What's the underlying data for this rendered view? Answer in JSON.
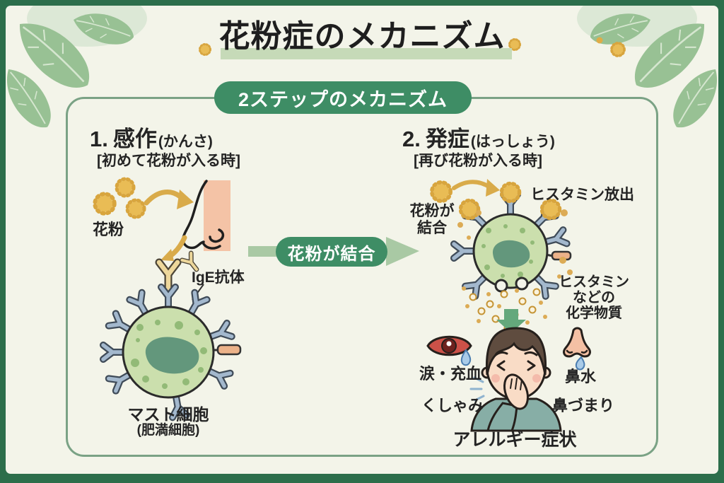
{
  "title": {
    "text": "花粉症のメカニズム"
  },
  "badge": {
    "text": "2ステップのメカニズム"
  },
  "steps": [
    {
      "id": "sensitization",
      "number": "1.",
      "name": "感作",
      "reading": "(かんさ)",
      "condition": "[初めて花粉が入る時]",
      "labels": {
        "pollen": "花粉",
        "ige_antibody": "IgE抗体",
        "cell_name": "マスト細胞",
        "cell_alt_name": "(肥満細胞)"
      }
    },
    {
      "id": "onset",
      "number": "2.",
      "name": "発症",
      "reading": "(はっしょう)",
      "condition": "[再び花粉が入る時]",
      "labels": {
        "pollen_binds_line1": "花粉が",
        "pollen_binds_line2": "結合",
        "histamine_release": "ヒスタミン放出",
        "chemicals_line1": "ヒスタミン",
        "chemicals_line2": "などの",
        "chemicals_line3": "化学物質",
        "symptom_tears": "涙・充血",
        "symptom_runny_nose": "鼻水",
        "symptom_sneeze": "くしゃみ",
        "symptom_stuffy_nose": "鼻づまり",
        "symptoms_title": "アレルギー症状"
      }
    }
  ],
  "transition_arrow": {
    "text": "花粉が結合"
  },
  "colors": {
    "frame_green": "#2c6e4b",
    "background_cream": "#f3f4e9",
    "badge_green": "#3e8d65",
    "arrow_light_green": "#a9c9a4",
    "down_arrow_green": "#64a87c",
    "title_highlight": "#c6dab8",
    "pollen_yellow": "#e9bc55",
    "cell_body_green": "#cbdfad",
    "cell_nucleus_green": "#63977c",
    "antibody_blue": "#a3b8cd",
    "antibody_yellow": "#edd79b",
    "nose_skin": "#f4c3a6",
    "eye_red": "#cc5148",
    "tear_blue": "#a9cbe8",
    "shirt_teal": "#87aea6",
    "leaf_green": "#98c194"
  }
}
